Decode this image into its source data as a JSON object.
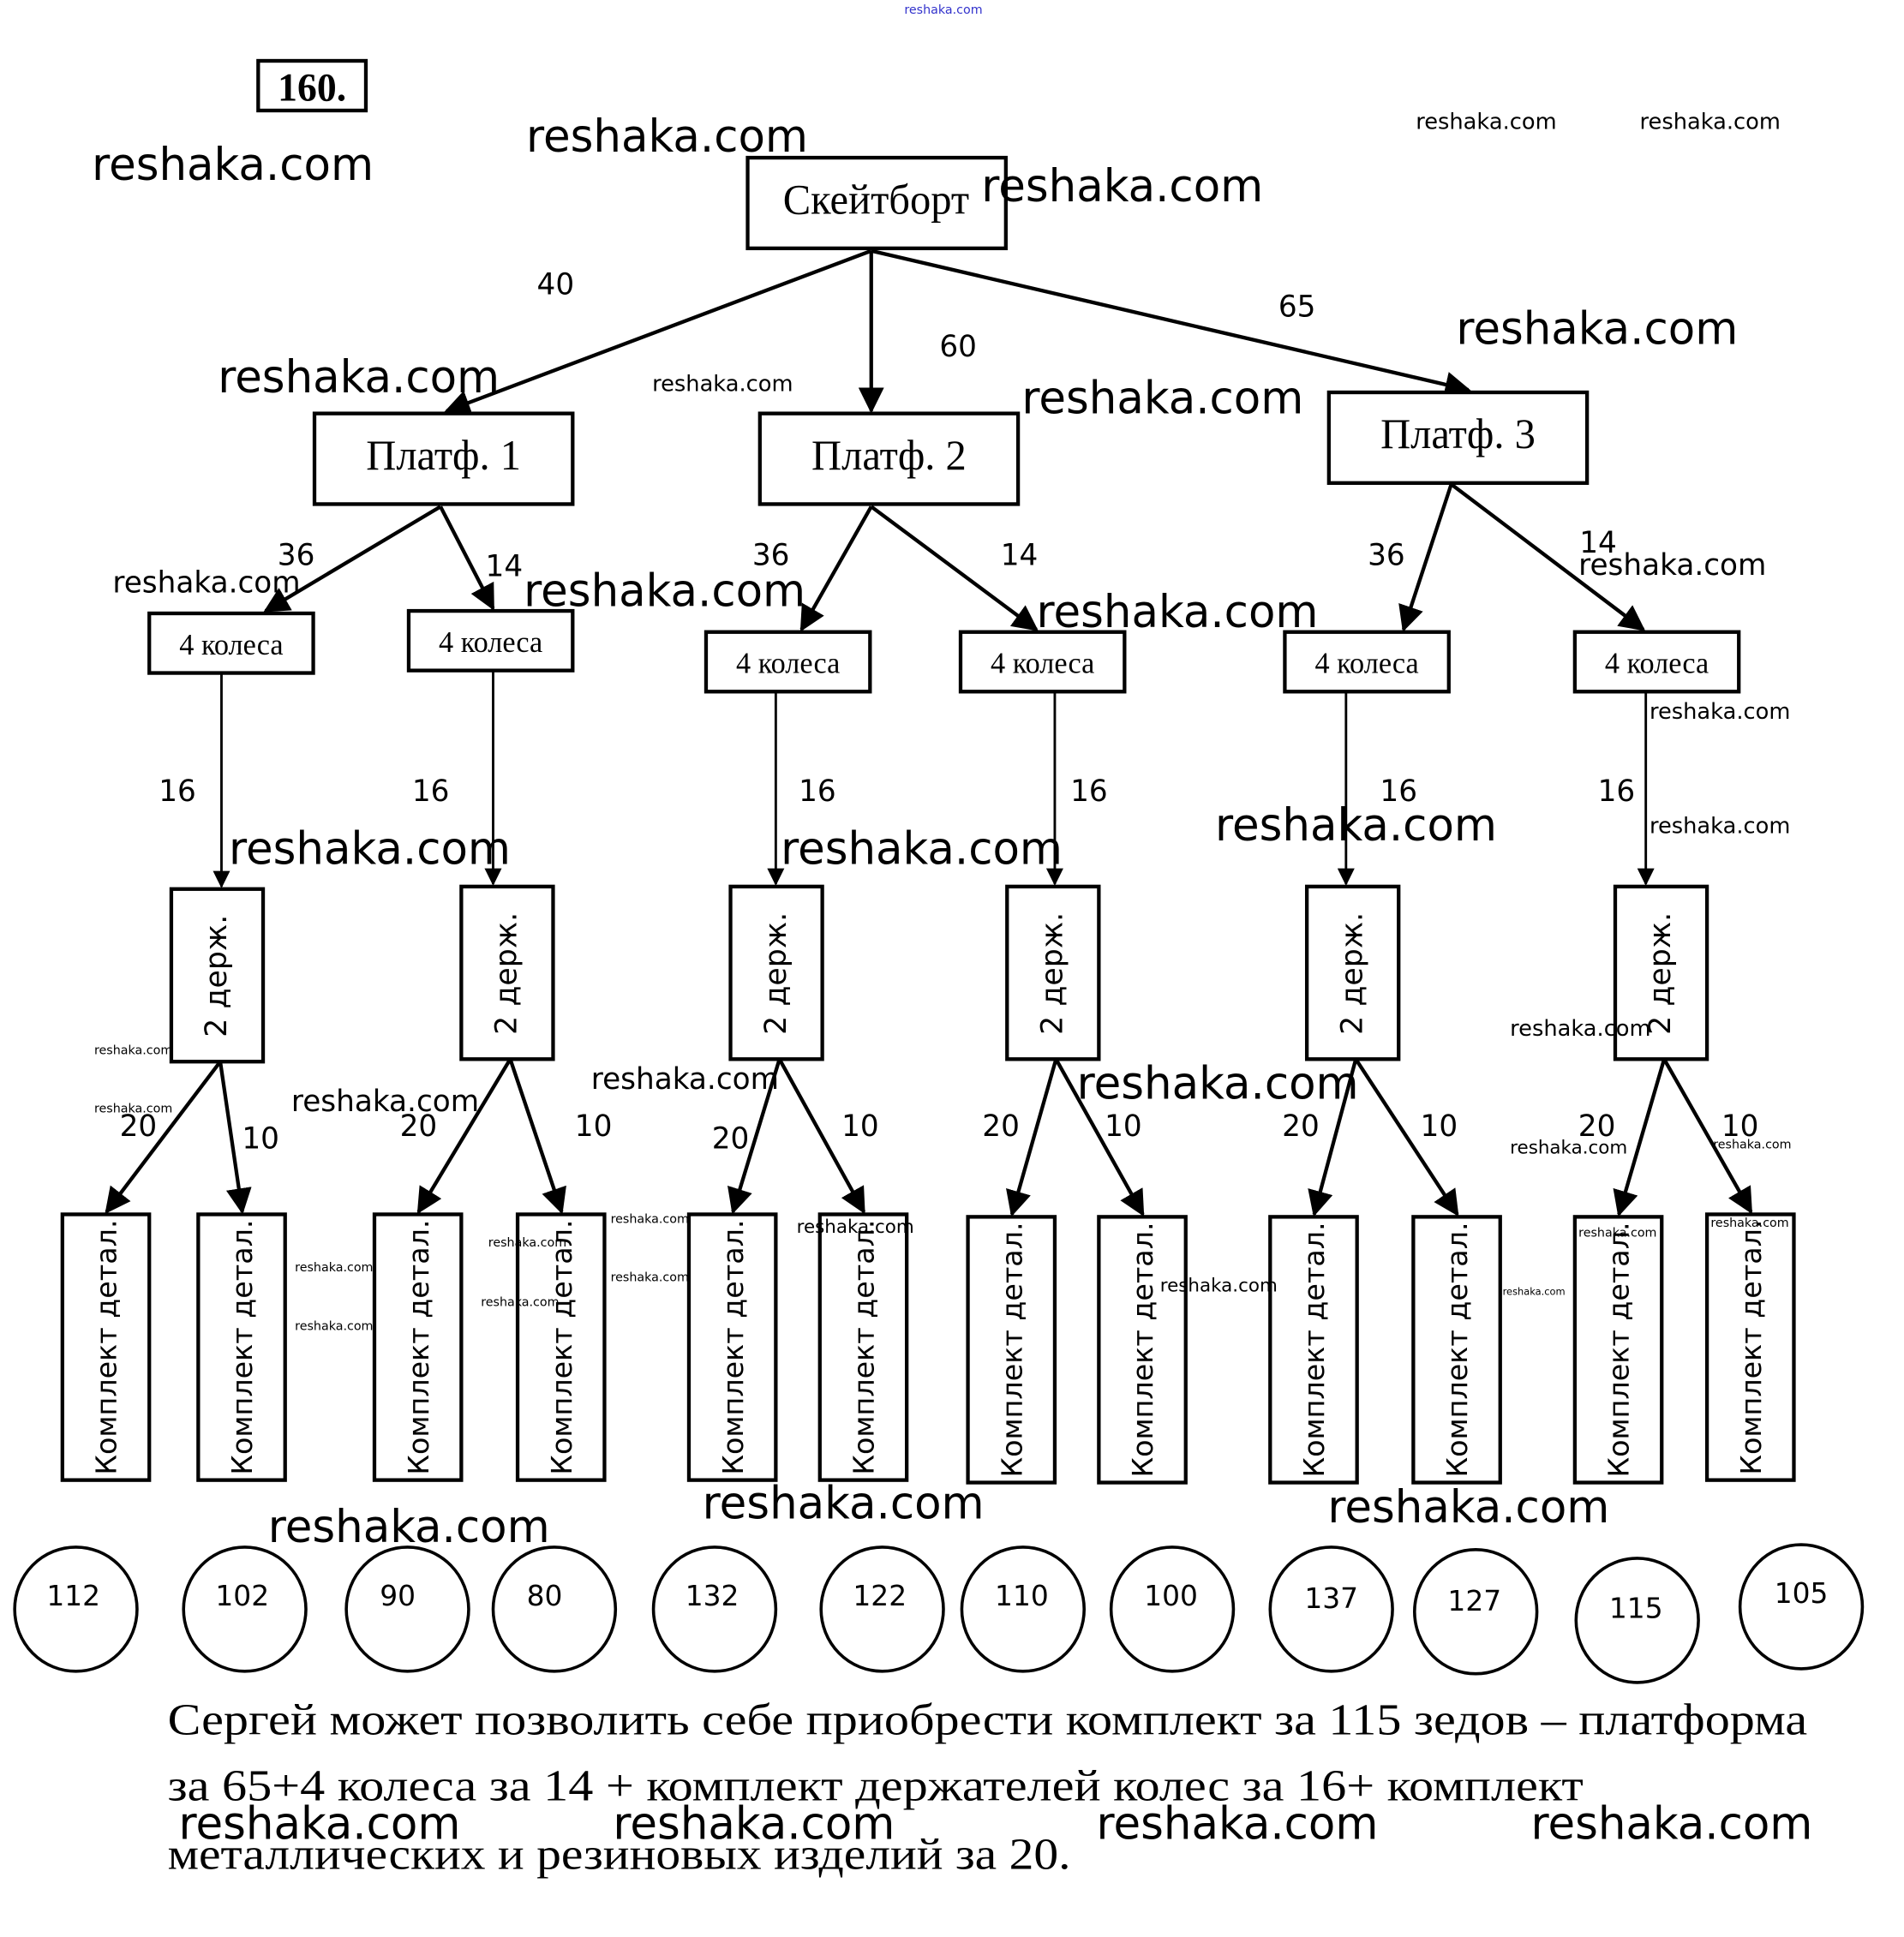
{
  "problem_number": "160.",
  "top_tiny_watermark": "reshaka.com",
  "root": {
    "label": "Скейтборт"
  },
  "platforms": [
    {
      "label": "Платф. 1",
      "price": "40",
      "wheels": [
        {
          "label": "4 колеса",
          "price": "36",
          "holder": {
            "label": "2 держ.",
            "price": "16",
            "kits": [
              {
                "label": "Комплект детал.",
                "price": "20",
                "total": "112"
              },
              {
                "label": "Комплект детал.",
                "price": "10",
                "total": "102"
              }
            ]
          }
        },
        {
          "label": "4 колеса",
          "price": "14",
          "holder": {
            "label": "2 держ.",
            "price": "16",
            "kits": [
              {
                "label": "Комплект детал.",
                "price": "20",
                "total": "90"
              },
              {
                "label": "Комплект детал.",
                "price": "10",
                "total": "80"
              }
            ]
          }
        }
      ]
    },
    {
      "label": "Платф. 2",
      "price": "60",
      "wheels": [
        {
          "label": "4 колеса",
          "price": "36",
          "holder": {
            "label": "2 держ.",
            "price": "16",
            "kits": [
              {
                "label": "Комплект детал.",
                "price": "20",
                "total": "132"
              },
              {
                "label": "Комплект детал.",
                "price": "10",
                "total": "122"
              }
            ]
          }
        },
        {
          "label": "4 колеса",
          "price": "14",
          "holder": {
            "label": "2 держ.",
            "price": "16",
            "kits": [
              {
                "label": "Комплект детал.",
                "price": "20",
                "total": "110"
              },
              {
                "label": "Комплект детал.",
                "price": "10",
                "total": "100"
              }
            ]
          }
        }
      ]
    },
    {
      "label": "Платф. 3",
      "price": "65",
      "wheels": [
        {
          "label": "4 колеса",
          "price": "36",
          "holder": {
            "label": "2 держ.",
            "price": "16",
            "kits": [
              {
                "label": "Комплект детал.",
                "price": "20",
                "total": "137"
              },
              {
                "label": "Комплект детал.",
                "price": "10",
                "total": "127"
              }
            ]
          }
        },
        {
          "label": "4 колеса",
          "price": "14",
          "holder": {
            "label": "2 держ.",
            "price": "16",
            "kits": [
              {
                "label": "Комплект детал.",
                "price": "20",
                "total": "115"
              },
              {
                "label": "Комплект детал.",
                "price": "10",
                "total": "105"
              }
            ]
          }
        }
      ]
    }
  ],
  "answer_lines": [
    "Сергей может позволить себе приобрести комплект за 115 зедов – платформа",
    "за 65+4 колеса за 14 + комплект держателей колес за 16+ комплект",
    "металлических и резиновых изделий за 20."
  ],
  "watermark_text": "reshaka.com"
}
